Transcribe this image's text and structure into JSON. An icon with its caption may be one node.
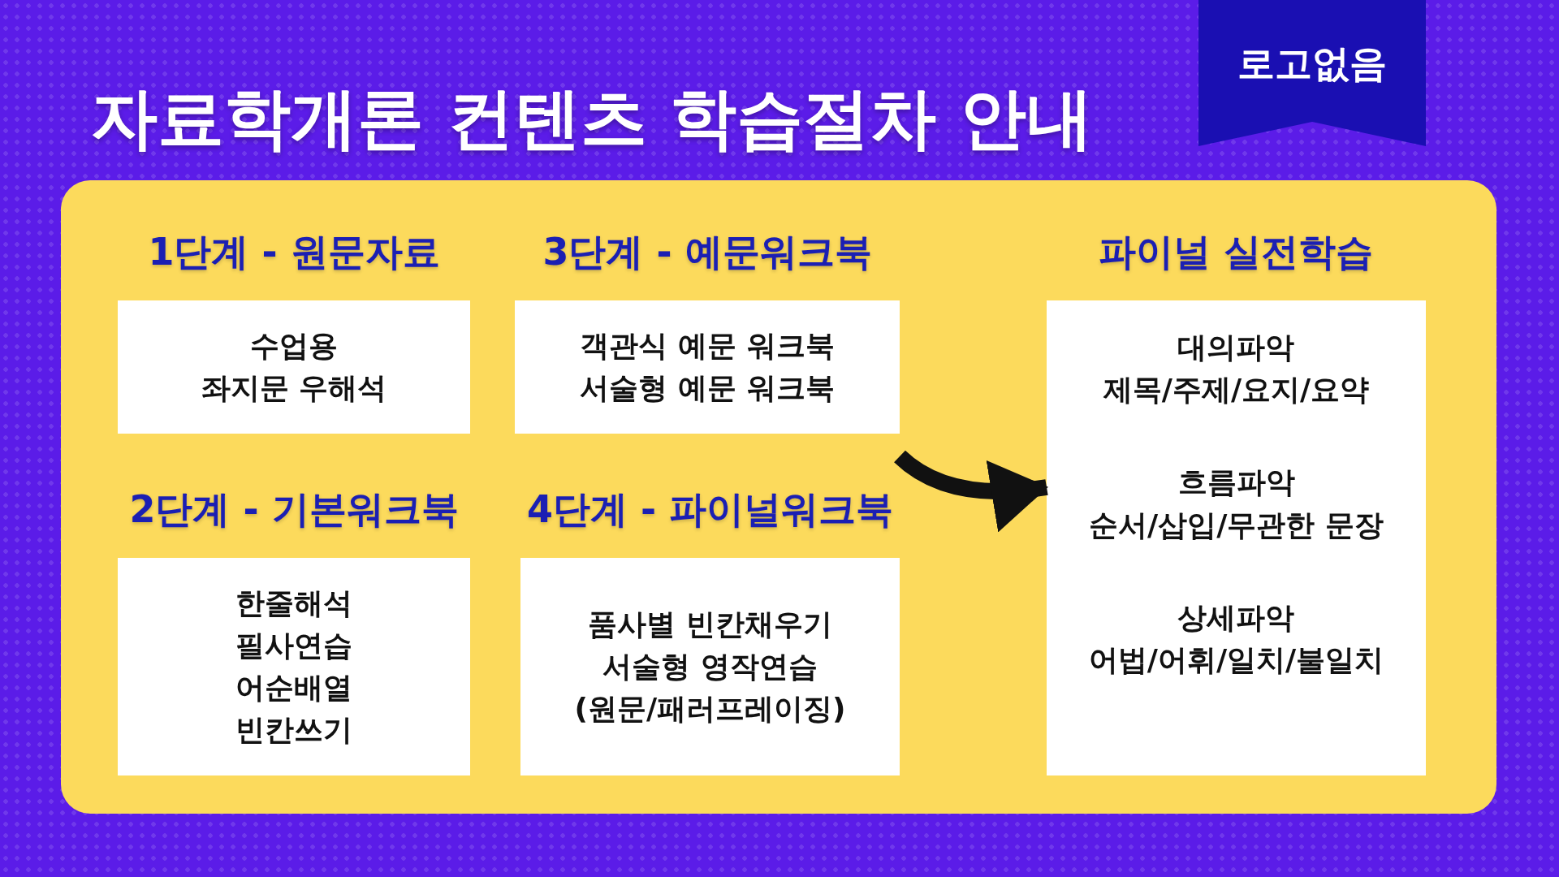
{
  "diagram": {
    "title": "자료학개론 컨텐츠 학습절차 안내",
    "nodes": [
      {
        "text": [
          "로고없음"
        ]
      },
      {
        "text": [],
        "shape": "box"
      },
      {
        "text": [
          "1단계 - 원문자료",
          "수업용 좌지문 우해석"
        ],
        "in": 1
      },
      {
        "text": [
          "3단계 - 예문워크북",
          "객관식 예문 워크북 서술형 예문 워크북"
        ],
        "in": 1
      },
      {
        "text": [
          "2단계 - 기본워크북",
          "한줄해석 필사연습 어순배열 빈칸쓰기"
        ],
        "in": 1
      },
      {
        "text": [
          "4단계 - 파이널워크북",
          "품사별 빈칸채우기 서술형 영작연습 (원문/패러프레이징)"
        ],
        "in": 1
      },
      {
        "text": [
          "파이널 실전학습",
          "대의파악 제목/주제/요지/요약",
          "흐름파악 순서/삽입/무관한 문장",
          "상세파악 어법/어휘/일치/불일치"
        ],
        "in": 1
      }
    ],
    "edges": [
      {
        "from": null,
        "to": 6,
        "arrow": "to"
      }
    ]
  }
}
